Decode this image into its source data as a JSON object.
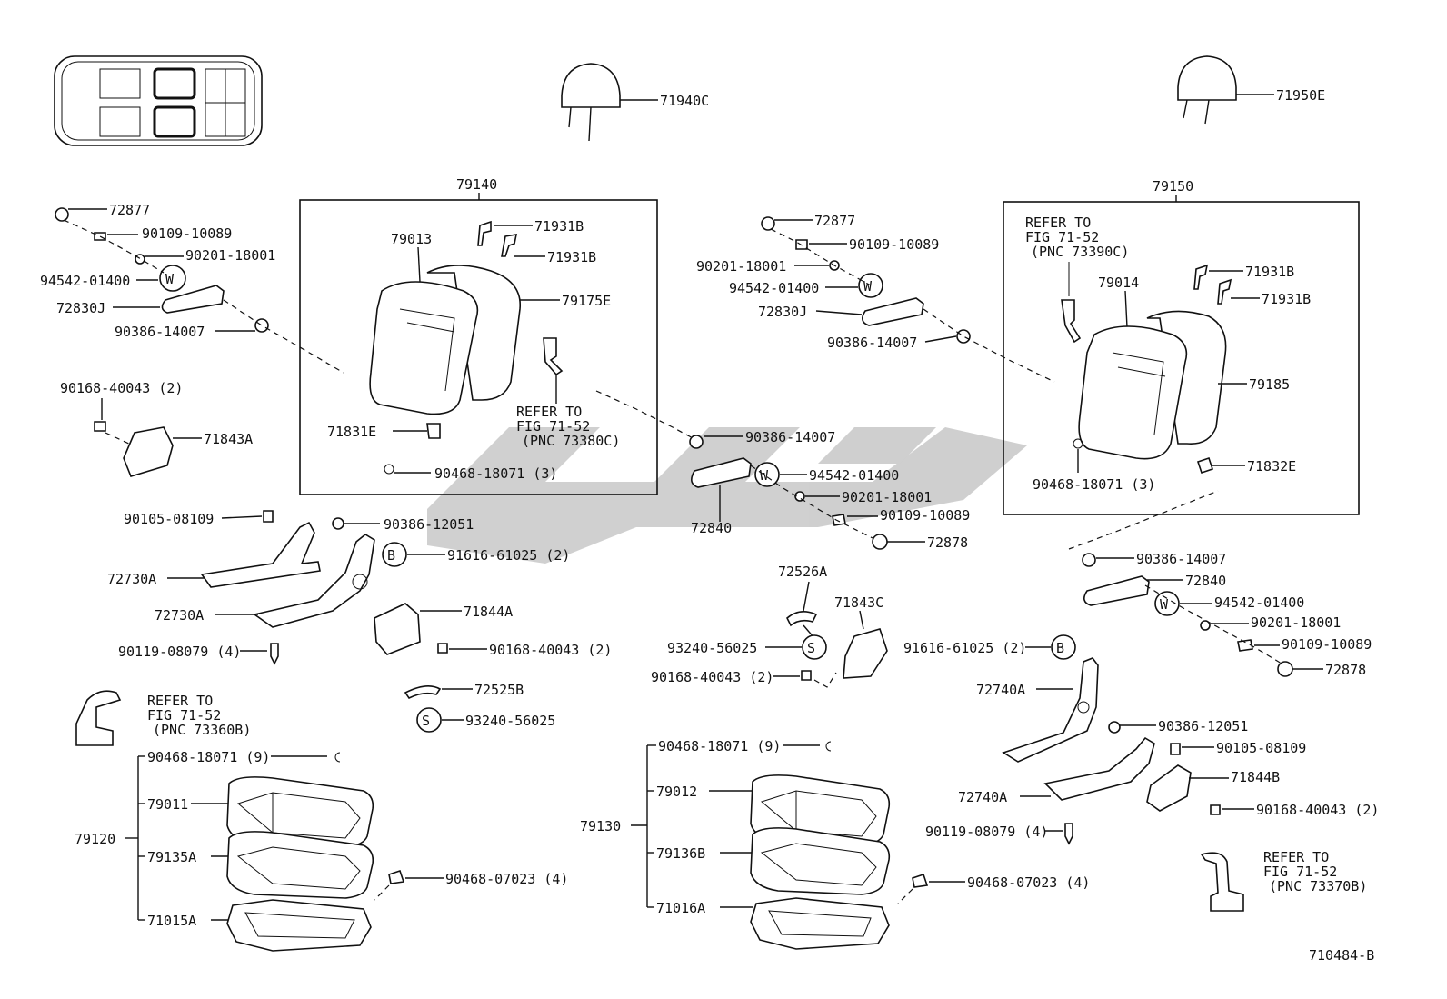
{
  "diagram_id": "710484-B",
  "labels": {
    "l71940c": "71940C",
    "l71950e": "71950E",
    "l79140": "79140",
    "l79150": "79150",
    "l72877a": "72877",
    "l90109a": "90109-10089",
    "l90201a": "90201-18001",
    "l94542a": "94542-01400",
    "l72830ja": "72830J",
    "l90386a": "90386-14007",
    "l90168a": "90168-40043 (2)",
    "l71843a": "71843A",
    "l79013": "79013",
    "l71931b1": "71931B",
    "l71931b2": "71931B",
    "l79175e": "79175E",
    "l71831e": "71831E",
    "l90468a": "90468-18071 (3)",
    "l72877b": "72877",
    "l90109b": "90109-10089",
    "l90201b": "90201-18001",
    "l94542b": "94542-01400",
    "l72830jb": "72830J",
    "l90386b": "90386-14007",
    "l79014": "79014",
    "l71931b3": "71931B",
    "l71931b4": "71931B",
    "l79185": "79185",
    "l90468b": "90468-18071 (3)",
    "l71832e": "71832E",
    "l90386c": "90386-14007",
    "l94542c": "94542-01400",
    "l72840a": "72840",
    "l90201c": "90201-18001",
    "l90109c": "90109-10089",
    "l72878a": "72878",
    "l90105a": "90105-08109",
    "l90386d": "90386-12051",
    "l91616a": "91616-61025 (2)",
    "l72730a1": "72730A",
    "l72730a2": "72730A",
    "l71844a": "71844A",
    "l90119a": "90119-08079 (4)",
    "l90168b": "90168-40043 (2)",
    "l72525b": "72525B",
    "l93240a": "93240-56025",
    "l72526a": "72526A",
    "l71843c": "71843C",
    "l93240b": "93240-56025",
    "l90168c": "90168-40043 (2)",
    "l90386e": "90386-14007",
    "l72840b": "72840",
    "l94542d": "94542-01400",
    "l90201d": "90201-18001",
    "l90109d": "90109-10089",
    "l72878b": "72878",
    "l91616b": "91616-61025 (2)",
    "l72740a1": "72740A",
    "l90386f": "90386-12051",
    "l90105b": "90105-08109",
    "l71844b": "71844B",
    "l72740a2": "72740A",
    "l90168d": "90168-40043 (2)",
    "l90119b": "90119-08079 (4)",
    "l90468c": "90468-18071 (9)",
    "l79011": "79011",
    "l79120": "79120",
    "l79135a": "79135A",
    "l90468d": "90468-07023 (4)",
    "l71015a": "71015A",
    "l90468e": "90468-18071 (9)",
    "l79012": "79012",
    "l79130": "79130",
    "l79136b": "79136B",
    "l90468f": "90468-07023 (4)",
    "l71016a": "71016A"
  },
  "refer_notes": [
    {
      "line1": "REFER TO",
      "line2": "FIG 71-52",
      "line3": "(PNC 73380C)"
    },
    {
      "line1": "REFER TO",
      "line2": "FIG 71-52",
      "line3": "(PNC 73390C)"
    },
    {
      "line1": "REFER TO",
      "line2": "FIG 71-52",
      "line3": "(PNC 73360B)"
    },
    {
      "line1": "REFER TO",
      "line2": "FIG 71-52",
      "line3": "(PNC 73370B)"
    }
  ],
  "symbols": {
    "w": "W",
    "b": "B",
    "s": "S"
  }
}
